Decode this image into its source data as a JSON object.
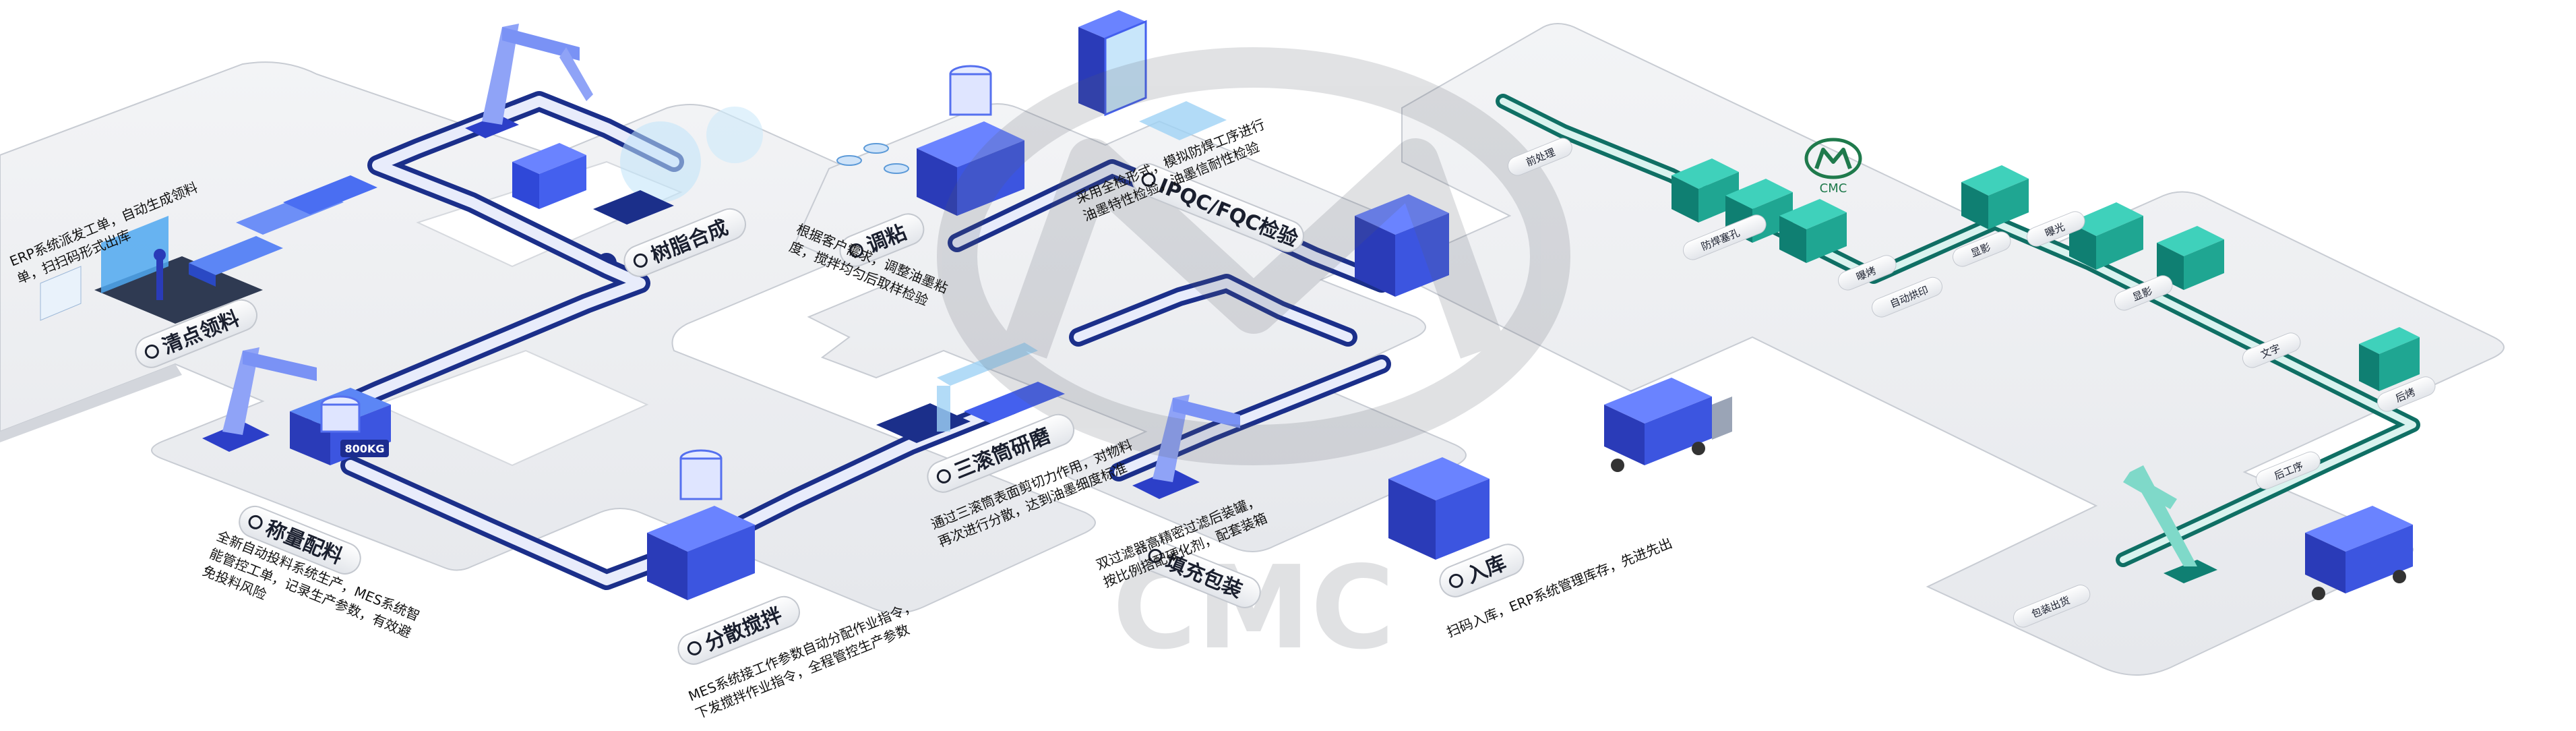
{
  "stations": {
    "qingdian": "清点领料",
    "shuzhi": "树脂合成",
    "tiaonian": "调粘",
    "ipqc": "IPQC/FQC检验",
    "chengliang": "称量配料",
    "fensan": "分散搅拌",
    "sangun": "三滚筒研磨",
    "tianchong": "填充包装",
    "ruku": "入库"
  },
  "descriptions": {
    "qingdian": [
      "ERP系统派发工单，自动生成领料",
      "单，扫扫码形式出库"
    ],
    "tiaonian": [
      "根据客户需求，调整油墨粘",
      "度，搅拌均匀后取样检验"
    ],
    "ipqc": [
      "采用全检形式，模拟防焊工序进行",
      "油墨特性检验，油墨信耐性检验"
    ],
    "chengliang": [
      "全新自动投料系统生产，MES系统智",
      "能管控工单，记录生产参数，有效避",
      "免投料风险"
    ],
    "sangun": [
      "通过三滚筒表面剪切力作用，对物料",
      "再次进行分散，达到油墨细度标准"
    ],
    "fensan": [
      "MES系统接工作参数自动分配作业指令，",
      "下发搅拌作业指令，全程管控生产参数"
    ],
    "tianchong": [
      "双过滤器高精密过滤后装罐，",
      "按比例搭配硬化剂，配套装箱"
    ],
    "ruku": [
      "扫码入库，ERP系统管理库存，先进先出"
    ]
  },
  "right_labels": {
    "qianchuli": "前处理",
    "fanghan": "防焊塞孔",
    "baokao": "曝烤",
    "zidong": "自动烘印",
    "paoguang": "显影",
    "baoguang": "曝光",
    "tieying": "显影",
    "wenzi": "文字",
    "houcheng": "后烤",
    "qiangongxu": "后工序",
    "baozhuang": "包装出货"
  },
  "machine_tag": "800KG",
  "logo_text": "CMC",
  "watermark_text": "CMC",
  "colors": {
    "platform": "#eef0f3",
    "platform_edge": "#c4c8cf",
    "conveyor": "#2a4fd6",
    "conveyor_dark": "#1b2f8a",
    "machine": "#4a63f0",
    "teal": "#1fa692",
    "logo_green": "#1f7a4c",
    "sky": "#54b7f3"
  }
}
